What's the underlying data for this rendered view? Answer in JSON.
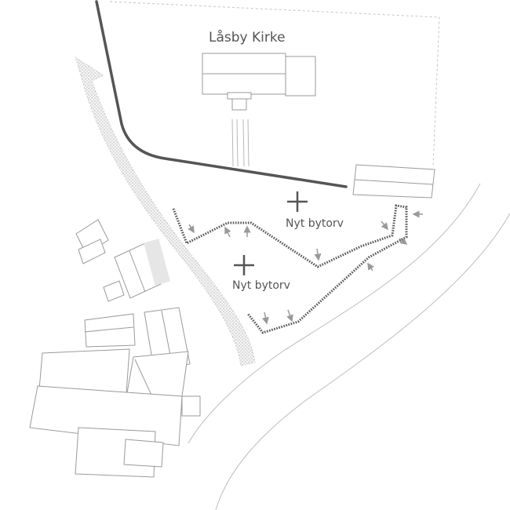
{
  "labels": {
    "church": "Låsby Kirke",
    "square_upper": "Nyt bytorv",
    "square_lower": "Nyt bytorv"
  },
  "colors": {
    "road": "#555555",
    "building_outline": "#9a9a9a",
    "arrow": "#999999",
    "square_outline": "#555555",
    "path_fill": "#e4e4e4",
    "shade": "#e6e6e6"
  },
  "icons": {
    "marker": "plus-icon",
    "flow": "arrow-icon"
  }
}
